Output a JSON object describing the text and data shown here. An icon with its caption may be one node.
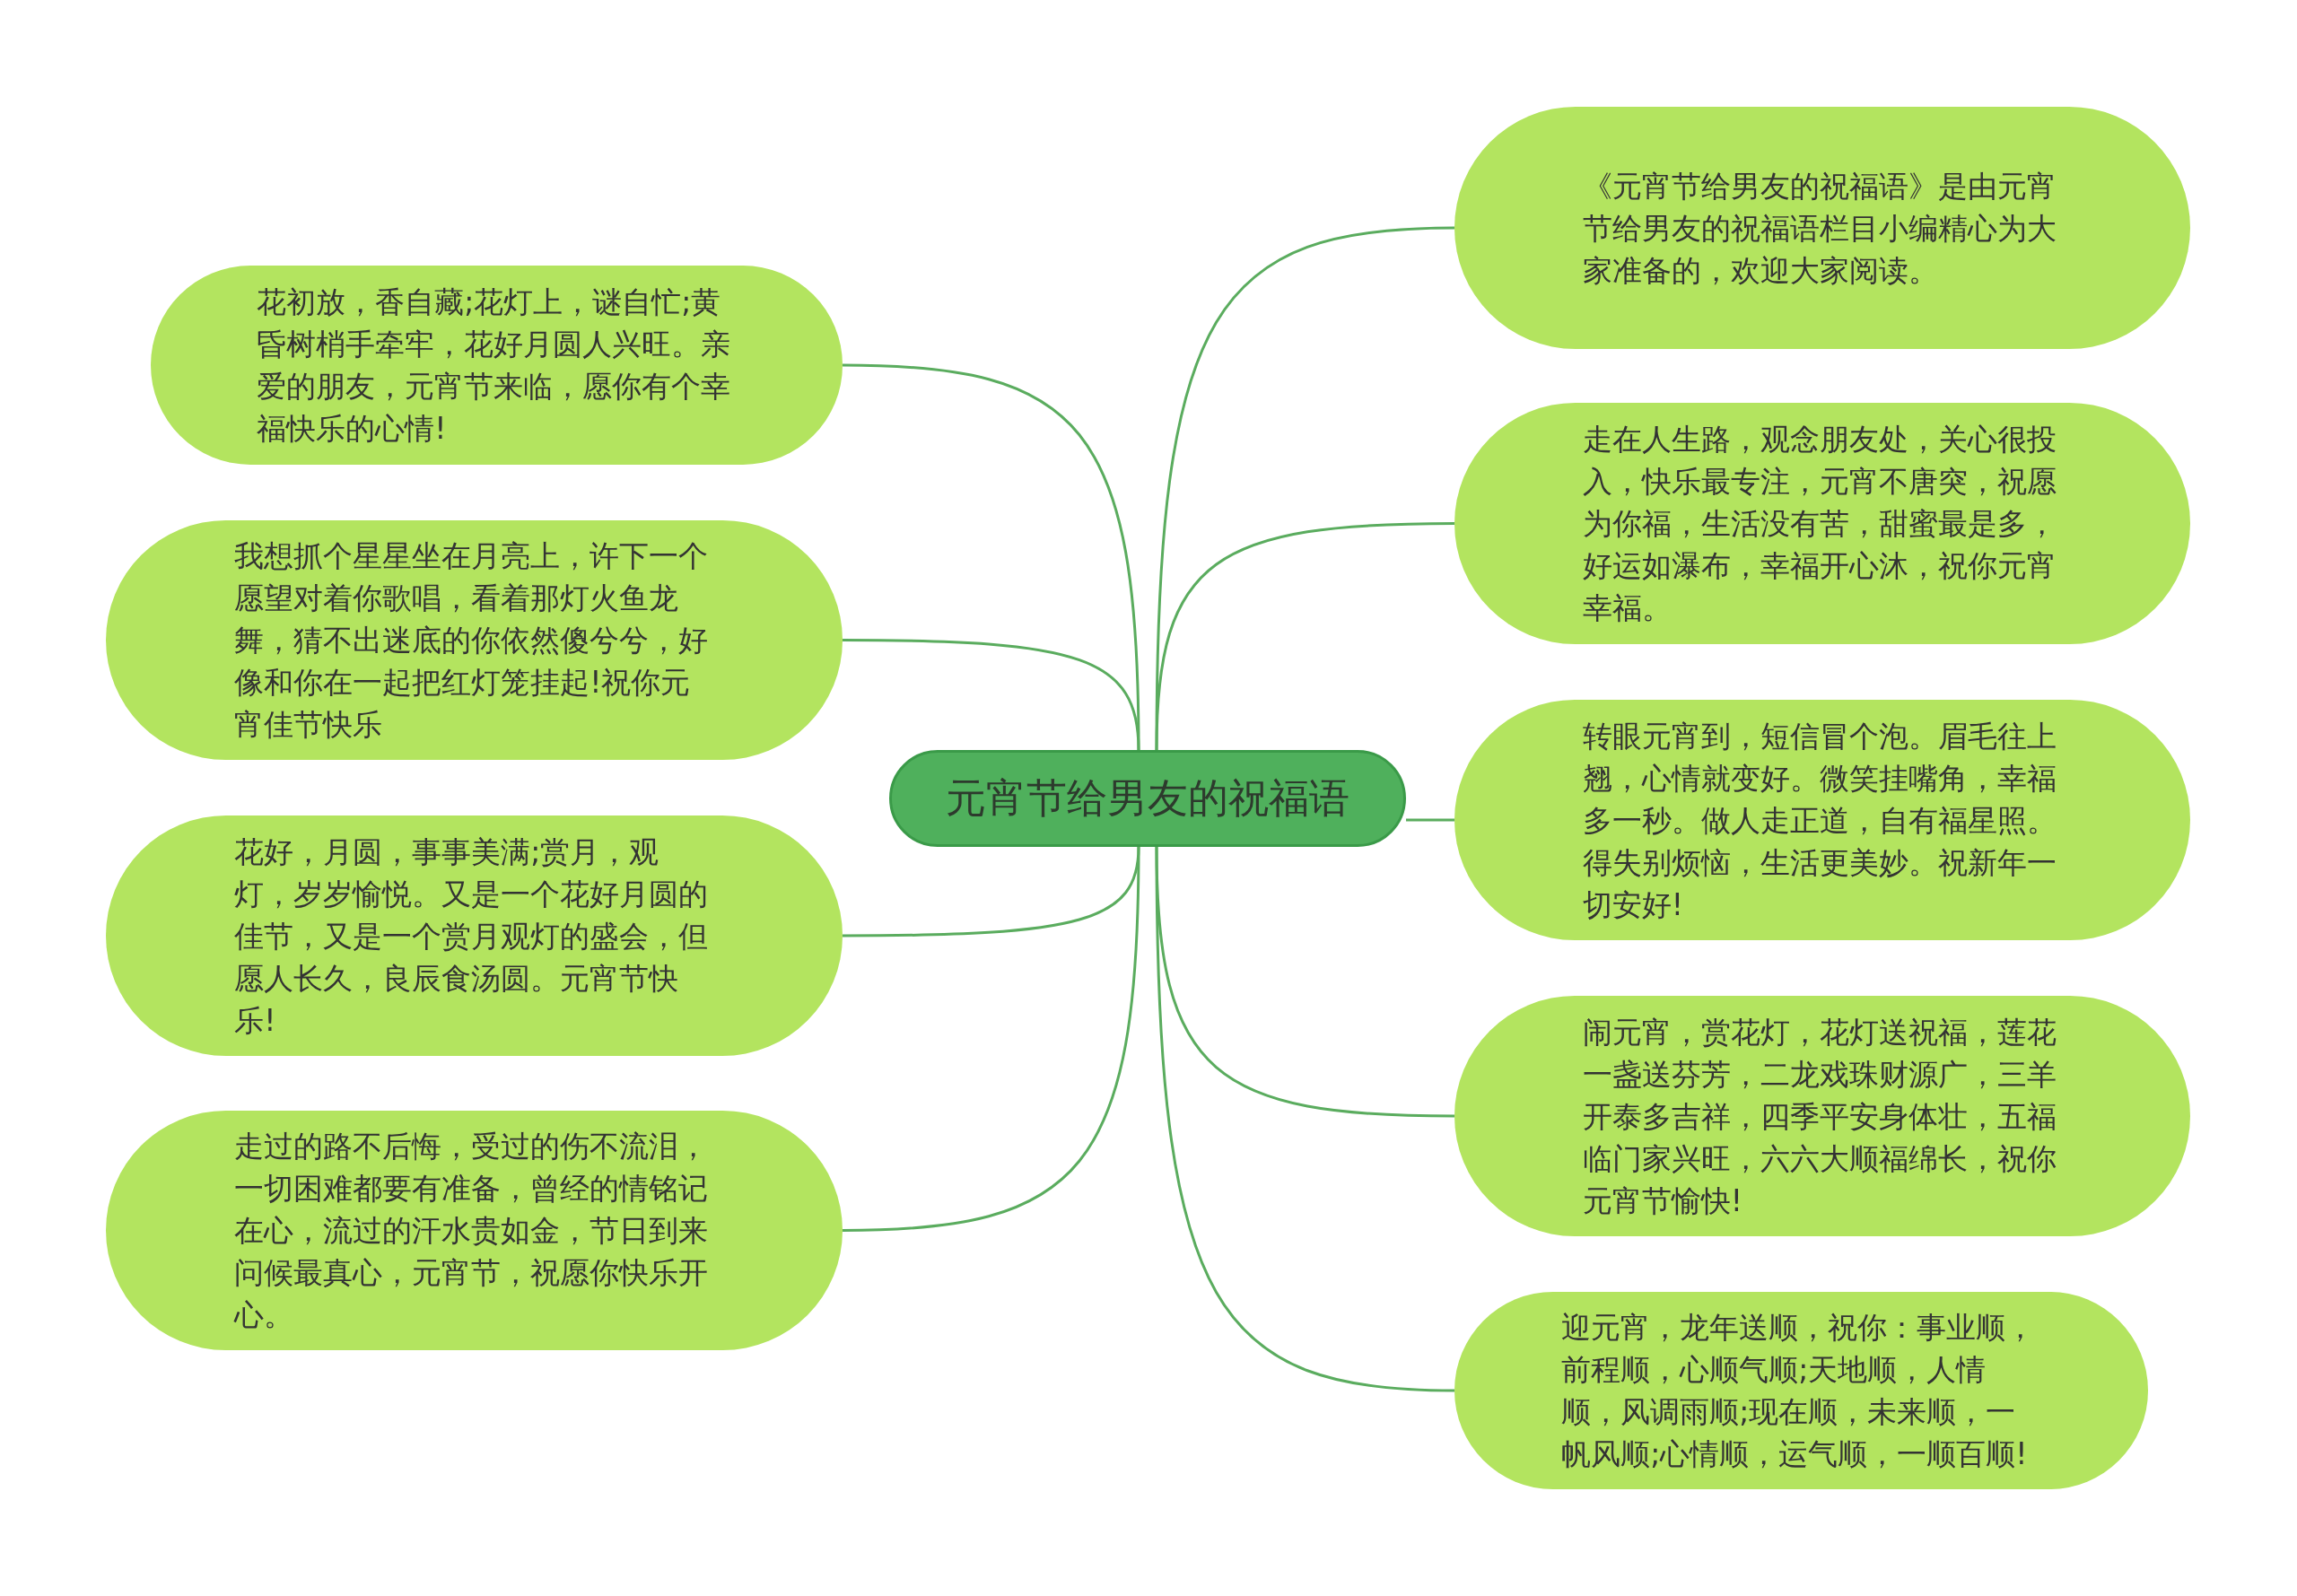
{
  "diagram": {
    "nodes": [
      {
        "text": [
          "元宵节给男友的祝福语"
        ]
      },
      {
        "text": [
          "花初放，香自藏;花灯上，谜自忙;黄昏树梢手牵牢，花好月圆人兴旺。亲爱的朋友，元宵节来临，愿你有个幸福快乐的心情!"
        ]
      },
      {
        "text": [
          "我想抓个星星坐在月亮上，许下一个愿望对着你歌唱，看着那灯火鱼龙舞，猜不出迷底的你依然傻兮兮，好像和你在一起把红灯笼挂起!祝你元宵佳节快乐"
        ]
      },
      {
        "text": [
          "花好，月圆，事事美满;赏月，观灯，岁岁愉悦。又是一个花好月圆的佳节，又是一个赏月观灯的盛会，但愿人长久，良辰食汤圆。元宵节快乐!"
        ]
      },
      {
        "text": [
          "走过的路不后悔，受过的伤不流泪，一切困难都要有准备，曾经的情铭记在心，流过的汗水贵如金，节日到来问候最真心，元宵节，祝愿你快乐开心。"
        ]
      },
      {
        "text": [
          "《元宵节给男友的祝福语》是由元宵节给男友的祝福语栏目小编精心为大家准备的，欢迎大家阅读。"
        ]
      },
      {
        "text": [
          "走在人生路，观念朋友处，关心很投入，快乐最专注，元宵不唐突，祝愿为你福，生活没有苦，甜蜜最是多，好运如瀑布，幸福开心沐，祝你元宵幸福。"
        ]
      },
      {
        "text": [
          "转眼元宵到，短信冒个泡。眉毛往上翘，心情就变好。微笑挂嘴角，幸福多一秒。做人走正道，自有福星照。得失别烦恼，生活更美妙。祝新年一切安好!"
        ]
      },
      {
        "text": [
          "闹元宵，赏花灯，花灯送祝福，莲花一盏送芬芳，二龙戏珠财源广，三羊开泰多吉祥，四季平安身体壮，五福临门家兴旺，六六大顺福绵长，祝你元宵节愉快!"
        ]
      },
      {
        "text": [
          "迎元宵，龙年送顺，祝你：事业顺，前程顺，心顺气顺;天地顺，人情顺，风调雨顺;现在顺，未来顺，一帆风顺;心情顺，运气顺，一顺百顺!"
        ]
      }
    ],
    "edges": [
      {
        "from": 0,
        "to": 1,
        "arrow": "none"
      },
      {
        "from": 0,
        "to": 2,
        "arrow": "none"
      },
      {
        "from": 0,
        "to": 3,
        "arrow": "none"
      },
      {
        "from": 0,
        "to": 4,
        "arrow": "none"
      },
      {
        "from": 0,
        "to": 5,
        "arrow": "none"
      },
      {
        "from": 0,
        "to": 6,
        "arrow": "none"
      },
      {
        "from": 0,
        "to": 7,
        "arrow": "none"
      },
      {
        "from": 0,
        "to": 8,
        "arrow": "none"
      },
      {
        "from": 0,
        "to": 9,
        "arrow": "none"
      }
    ]
  }
}
